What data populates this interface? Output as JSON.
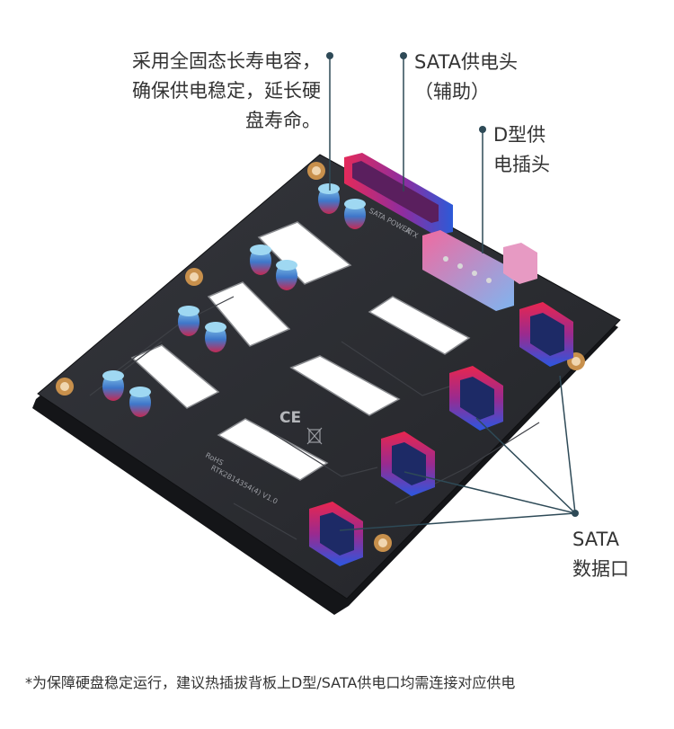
{
  "callouts": {
    "capacitors": [
      "采用全固态长寿电容，",
      "确保供电稳定，延长硬",
      "盘寿命。"
    ],
    "sata_power": [
      "SATA供电头",
      "（辅助）"
    ],
    "d_power": [
      "D型供",
      "电插头"
    ],
    "sata_data": [
      "SATA",
      "数据口"
    ]
  },
  "footnote": "*为保障硬盘稳定运行，建议热插拔背板上D型/SATA供电口均需连接对应供电",
  "board_print": {
    "sata_power_silk": "SATA POWER",
    "atx_silk": "ATX",
    "rohs": "RoHS",
    "model": "RTK2814354(4) V1.0",
    "ce": "CE"
  },
  "colors": {
    "board": "#2a2b30",
    "board_edge": "#17181b",
    "connector_red": "#d3244a",
    "connector_blue": "#2d55d8",
    "leader_line": "#2e4a57",
    "capacitor": "#6fb0d8"
  }
}
